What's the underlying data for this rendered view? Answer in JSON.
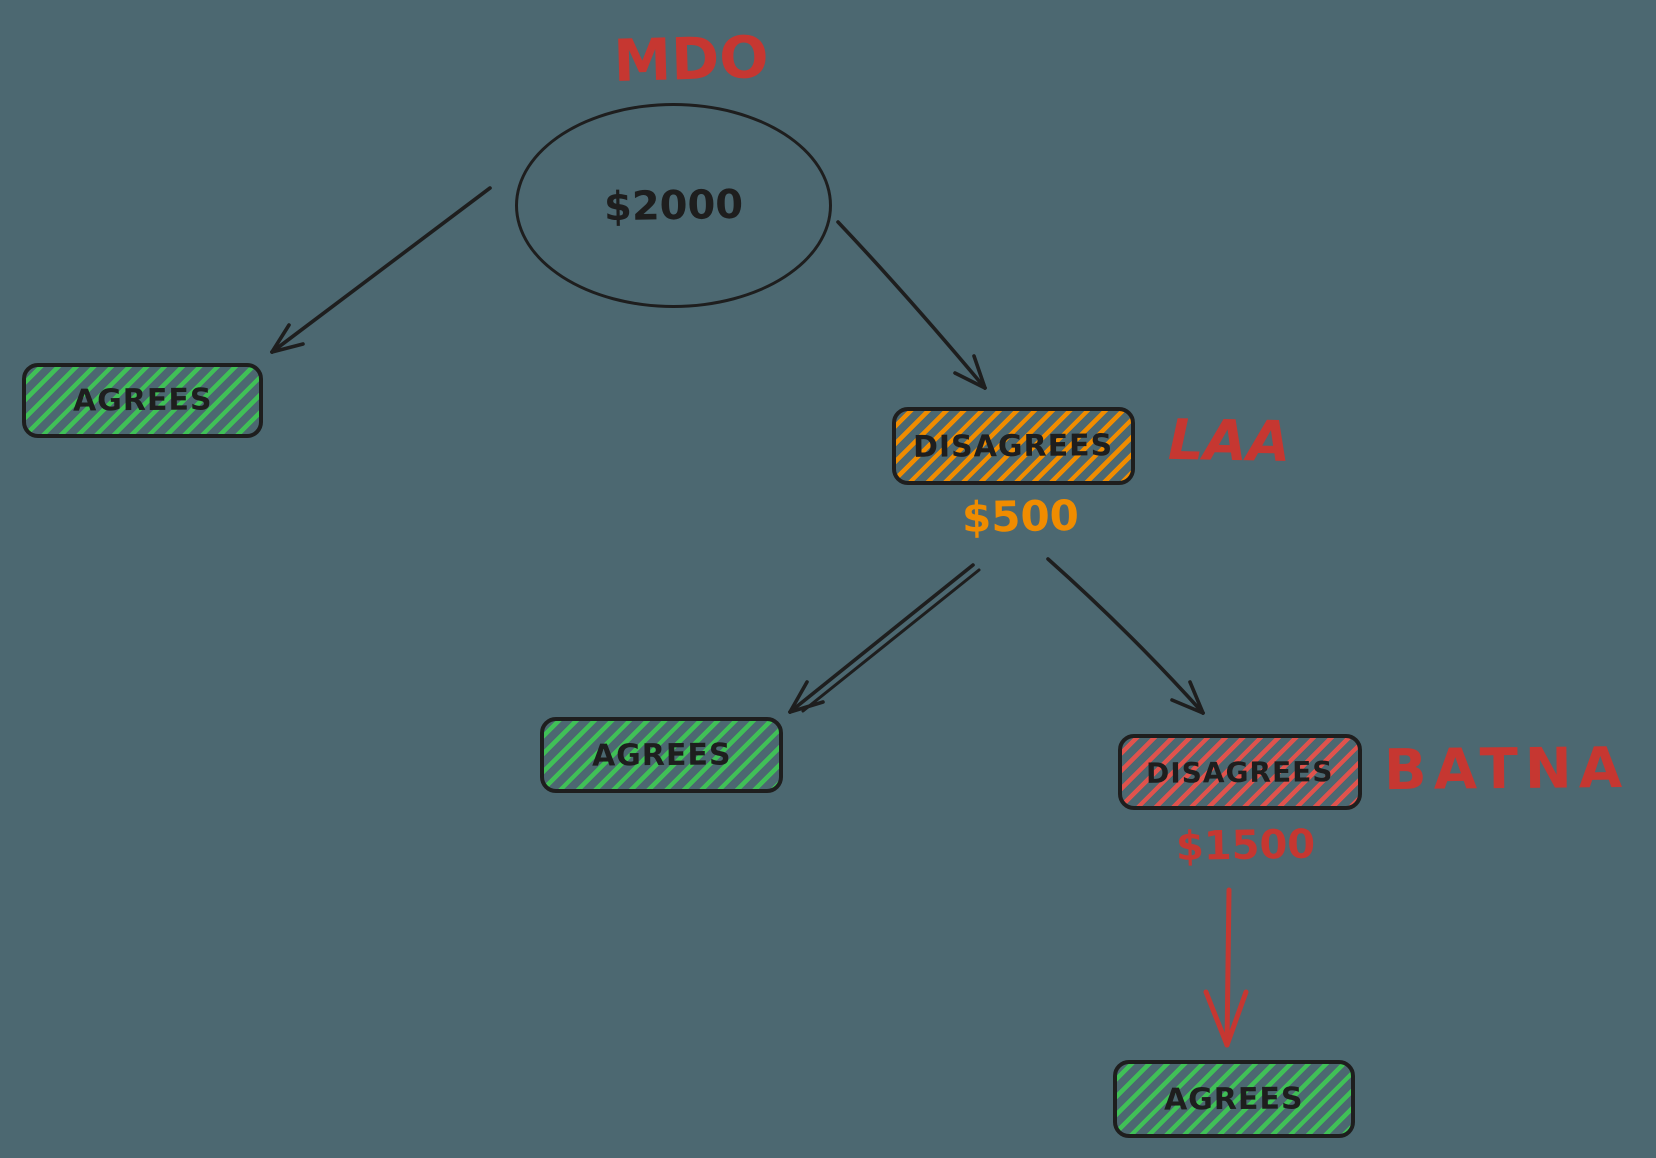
{
  "canvas": {
    "background": "#4c6871"
  },
  "palette": {
    "ink": "#1e1e1e",
    "red": "#c63731",
    "orange": "#f08c00",
    "green": "#40c057",
    "red_fill": "#e0534d"
  },
  "tree": {
    "root": {
      "annotation": "MDO",
      "offer": "$2000"
    },
    "root_agree": {
      "label": "AGREES"
    },
    "laa": {
      "label": "DISAGREES",
      "annotation": "LAA",
      "counter_offer": "$500"
    },
    "laa_agree": {
      "label": "AGREES"
    },
    "batna": {
      "label": "DISAGREES",
      "annotation": "BATNA",
      "counter_offer": "$1500"
    },
    "batna_agree": {
      "label": "AGREES"
    }
  }
}
